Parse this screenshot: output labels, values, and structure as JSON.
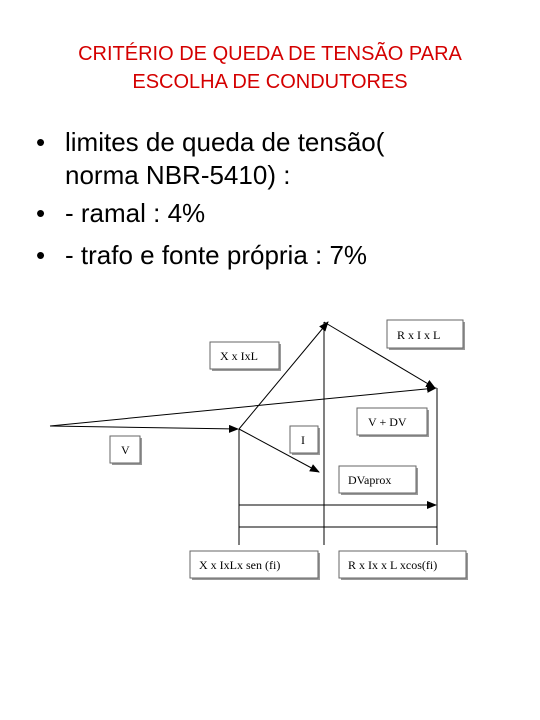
{
  "title": {
    "line1": "CRITÉRIO DE QUEDA DE TENSÃO PARA",
    "line2": "ESCOLHA DE CONDUTORES",
    "color": "#d40000"
  },
  "bullets": [
    {
      "line1": "limites de queda de tensão(",
      "line2": "norma NBR-5410) :"
    },
    {
      "text": "- ramal : 4%"
    },
    {
      "text": "- trafo e fonte própria : 7%"
    }
  ],
  "diagram": {
    "labels": {
      "xxil": "X x IxL",
      "rxixl": "R x I x L",
      "v": "V",
      "i": "I",
      "vdv": "V + DV",
      "dvaprox": "DVaprox",
      "xsen": "X x IxLx sen (fi)",
      "rcos": "R x Ix x L xcos(fi)"
    }
  }
}
